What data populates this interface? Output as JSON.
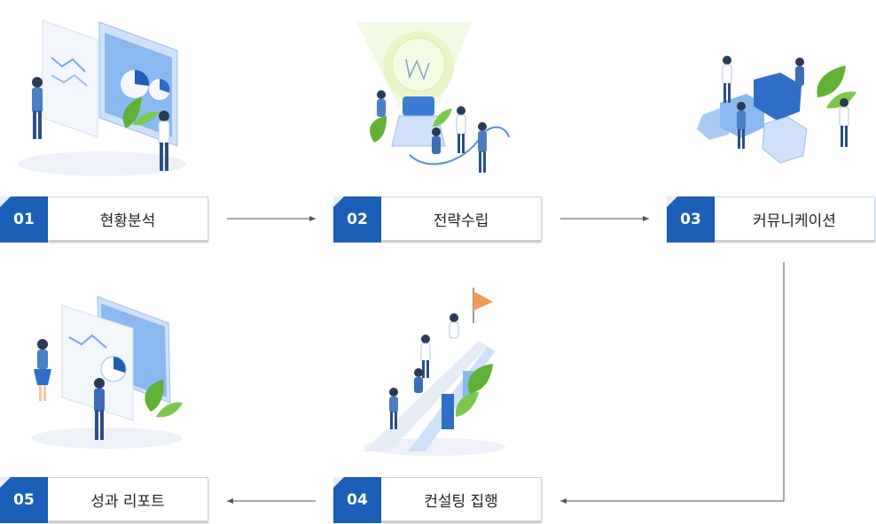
{
  "steps": [
    {
      "num": "01",
      "label": "현황분석"
    },
    {
      "num": "02",
      "label": "전략수립"
    },
    {
      "num": "03",
      "label": "커뮤니케이션"
    },
    {
      "num": "04",
      "label": "컨설팅 집행"
    },
    {
      "num": "05",
      "label": "성과 리포트"
    }
  ],
  "colors": {
    "accent": "#1b5fb8",
    "arrow": "#555555",
    "leaf": "#5fb234",
    "light_blue": "#8ab8f0"
  },
  "illustrations": [
    "analysis-illustration",
    "lightbulb-strategy-illustration",
    "gears-team-illustration",
    "staircase-flag-illustration",
    "report-dashboard-illustration"
  ]
}
